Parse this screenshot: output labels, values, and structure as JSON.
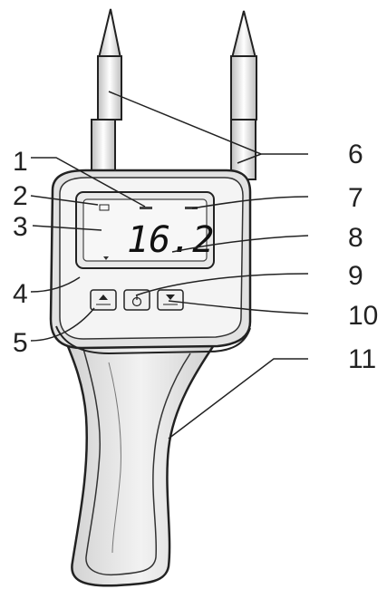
{
  "display": {
    "reading": "16.2"
  },
  "callouts": [
    {
      "label": "1"
    },
    {
      "label": "2"
    },
    {
      "label": "3"
    },
    {
      "label": "4"
    },
    {
      "label": "5"
    },
    {
      "label": "6"
    },
    {
      "label": "7"
    },
    {
      "label": "8"
    },
    {
      "label": "9"
    },
    {
      "label": "10"
    },
    {
      "label": "11"
    }
  ],
  "icons": {
    "probe": "probe-icon",
    "battery": "battery-icon",
    "up_button": "up-arrow-icon",
    "power_button": "power-icon",
    "down_button": "down-arrow-icon"
  },
  "colors": {
    "line": "#222222",
    "body": "#e8e8e8",
    "lcd": "#f3f3f3"
  }
}
